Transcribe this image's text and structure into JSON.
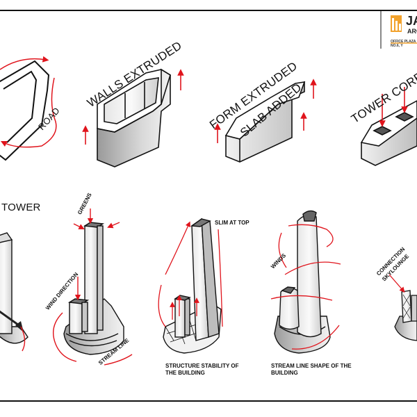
{
  "labels": {
    "road": "ROAD",
    "walls_extruded": "WALLS EXTRUDED",
    "form_extruded": "FORM EXTRUDED",
    "slab_added": "SLAB ADDED",
    "tower_cores": "TOWER CORES ADD",
    "tower": "TOWER",
    "greens": "GREENS",
    "wind_direction": "WIND DIRECTION",
    "stream_line": "STREAM LINE",
    "slim_at_top": "SLIM AT TOP",
    "structure_stability_1": "STRUCTURE STABILITY OF",
    "structure_stability_2": "THE BUILDING",
    "winds": "WINDS",
    "stream_line_shape_1": "STREAM LINE SHAPE OF THE",
    "stream_line_shape_2": "BUILDING",
    "connection": "CONNECTION",
    "skylounge": "SKYLOUNGE"
  },
  "logo": {
    "name": "JA",
    "sub": "ARC",
    "address": "OFFICE PLAZA NO.6, Y"
  },
  "colors": {
    "arrow": "#e0141c",
    "outline": "#111111",
    "logo_orange": "#f2a22c"
  }
}
